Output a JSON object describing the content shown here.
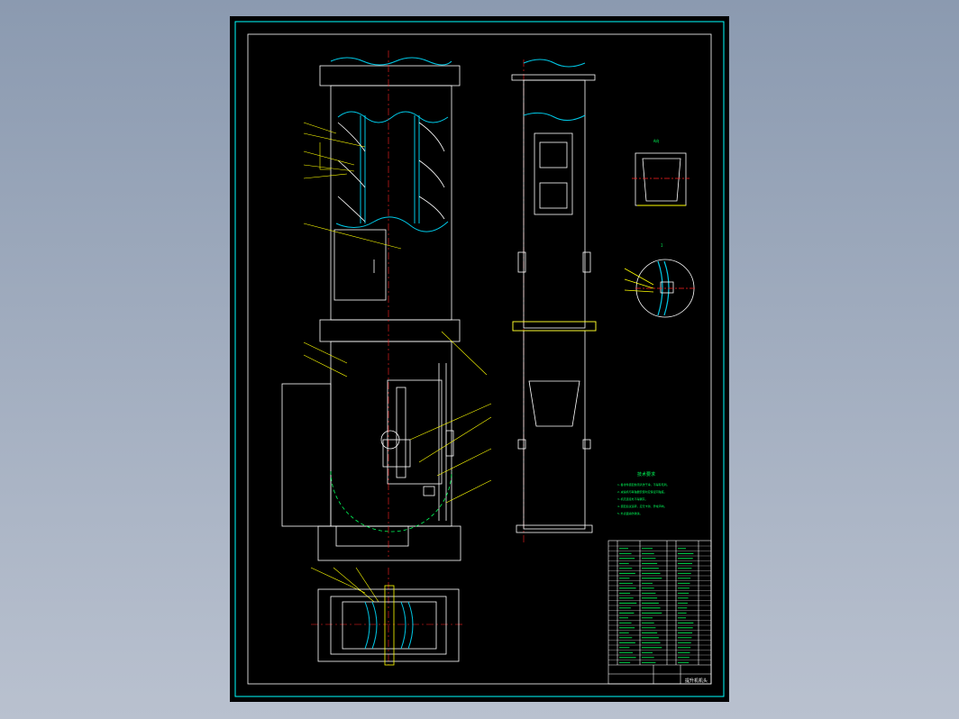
{
  "viewer": {
    "background_top": "#8b9ab0",
    "background_bottom": "#b9c1cf"
  },
  "drawing": {
    "sheet_color": "#000000",
    "frame_color": "#00ffff",
    "line_color": "#ffffff",
    "centerline_color": "#ff2020",
    "hatch_color": "#00c8e6",
    "leader_color": "#ffff00",
    "dim_color": "#00ff5a"
  },
  "title_block": {
    "drawing_name": "提升机机头"
  },
  "notes": {
    "title": "技术要求",
    "lines": [
      "1.各零件装配前须清洗干净，不得有毛刺。",
      "2.减速机与联轴器安装时应保证同轴度。",
      "3.机壳连接处不得漏灰。",
      "4.装配后试运转，应无卡滞、异常声响。",
      "5.外表面涂防锈漆。"
    ]
  },
  "details": {
    "view_a": "A向",
    "view_b": "I"
  }
}
